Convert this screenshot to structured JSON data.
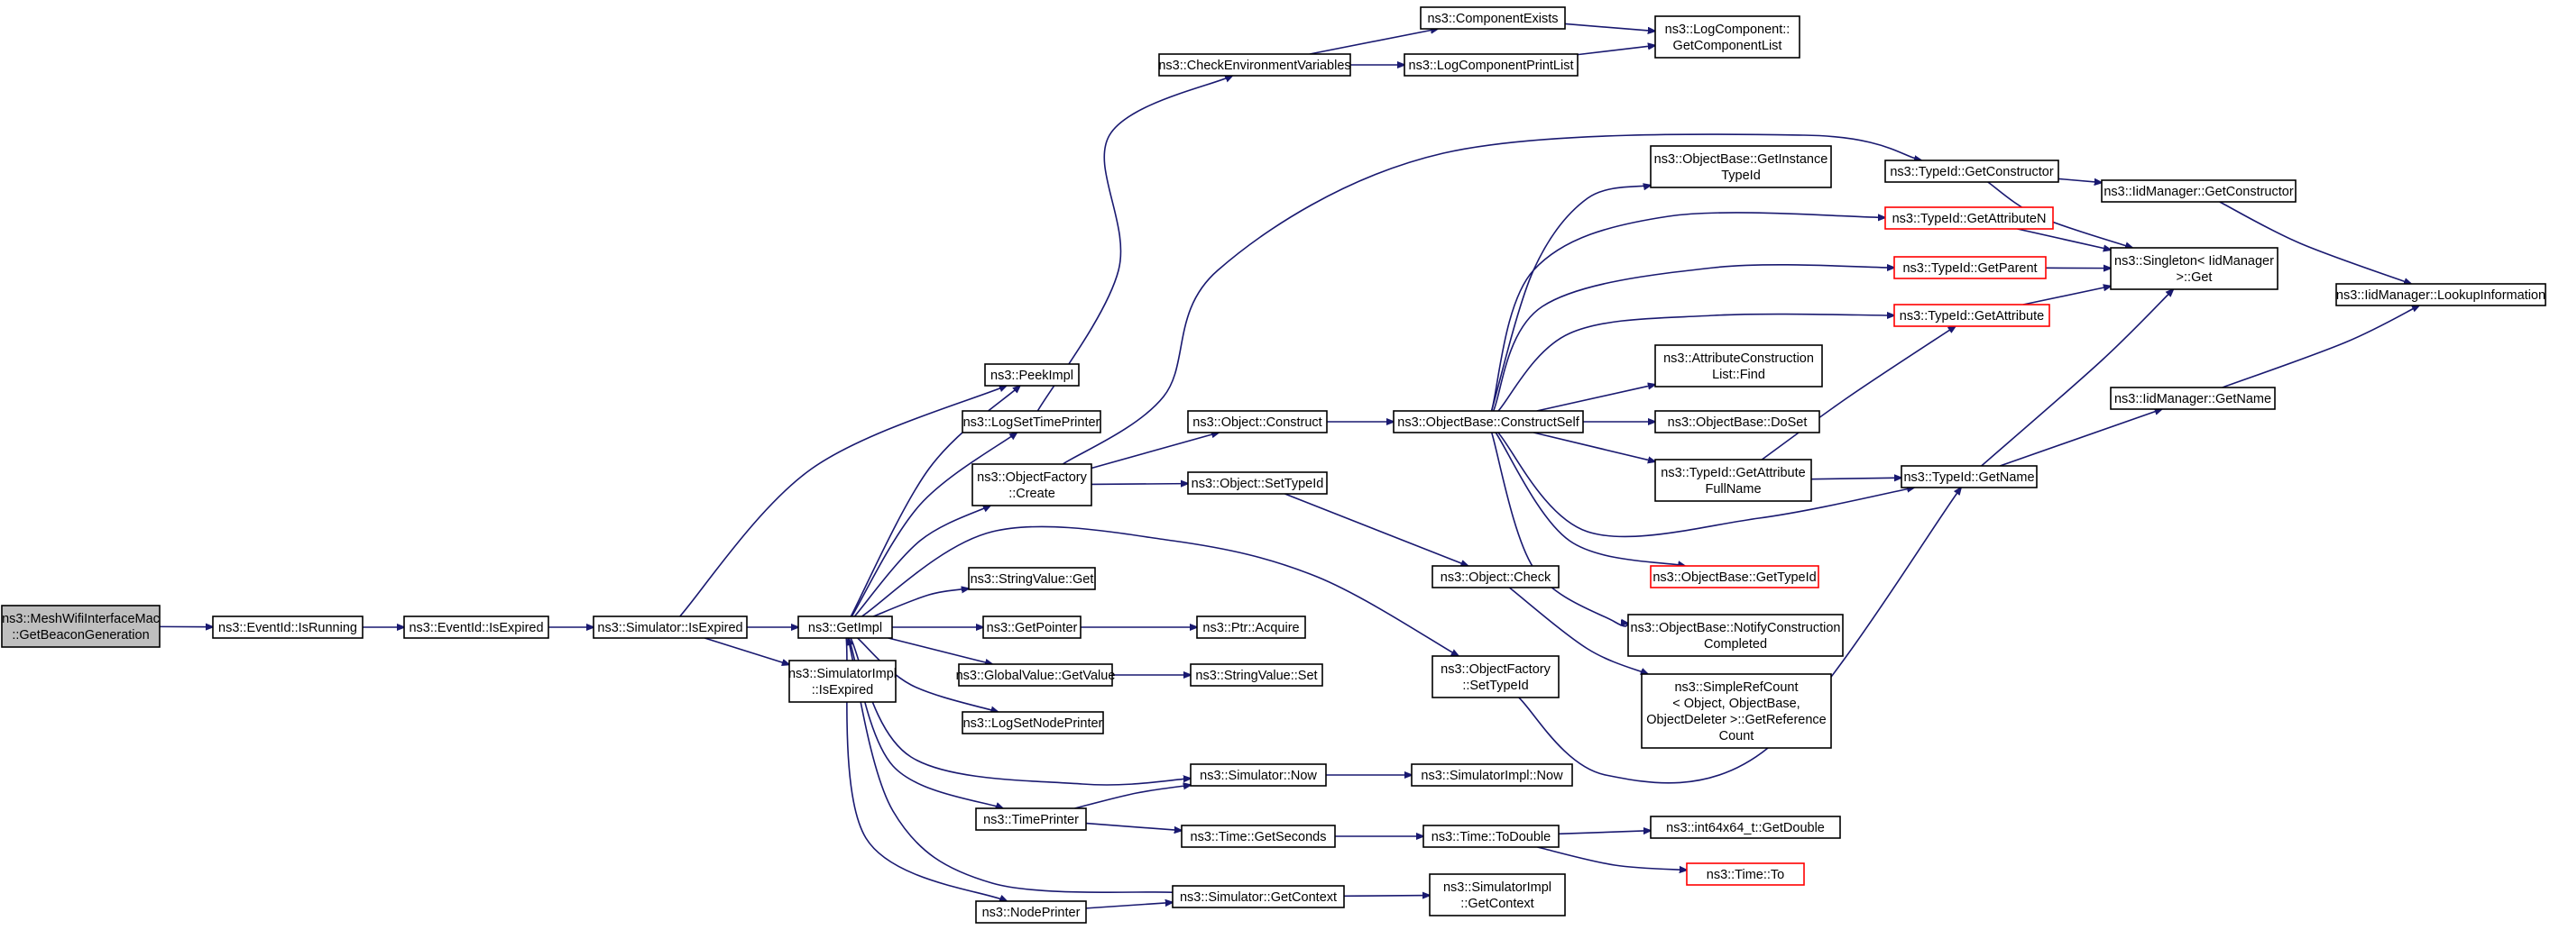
{
  "diagram": {
    "colors": {
      "edge": "#191970",
      "truncated_border": "#ff0000",
      "root_fill": "#bfbfbf"
    },
    "nodes": [
      {
        "id": "mesh",
        "lines": [
          "ns3::MeshWifiInterfaceMac",
          "::GetBeaconGeneration"
        ],
        "style": "root"
      },
      {
        "id": "isrunning",
        "lines": [
          "ns3::EventId::IsRunning"
        ]
      },
      {
        "id": "evisexpired",
        "lines": [
          "ns3::EventId::IsExpired"
        ]
      },
      {
        "id": "simisexpired",
        "lines": [
          "ns3::Simulator::IsExpired"
        ]
      },
      {
        "id": "getimpl",
        "lines": [
          "ns3::GetImpl"
        ]
      },
      {
        "id": "simimplisexpired",
        "lines": [
          "ns3::SimulatorImpl",
          "::IsExpired"
        ]
      },
      {
        "id": "peekimpl",
        "lines": [
          "ns3::PeekImpl"
        ]
      },
      {
        "id": "logsettimeprinter",
        "lines": [
          "ns3::LogSetTimePrinter"
        ]
      },
      {
        "id": "checkenv",
        "lines": [
          "ns3::CheckEnvironmentVariables"
        ]
      },
      {
        "id": "compexists",
        "lines": [
          "ns3::ComponentExists"
        ]
      },
      {
        "id": "logcompprintlist",
        "lines": [
          "ns3::LogComponentPrintList"
        ]
      },
      {
        "id": "logcompget",
        "lines": [
          "ns3::LogComponent::",
          "GetComponentList"
        ]
      },
      {
        "id": "objfactcreate",
        "lines": [
          "ns3::ObjectFactory",
          "::Create"
        ]
      },
      {
        "id": "objconstruct",
        "lines": [
          "ns3::Object::Construct"
        ]
      },
      {
        "id": "objsettypeid",
        "lines": [
          "ns3::Object::SetTypeId"
        ]
      },
      {
        "id": "constructself",
        "lines": [
          "ns3::ObjectBase::ConstructSelf"
        ]
      },
      {
        "id": "getinstancetypeid",
        "lines": [
          "ns3::ObjectBase::GetInstance",
          "TypeId"
        ]
      },
      {
        "id": "getconstructor",
        "lines": [
          "ns3::TypeId::GetConstructor"
        ]
      },
      {
        "id": "iidgetconstructor",
        "lines": [
          "ns3::IidManager::GetConstructor"
        ]
      },
      {
        "id": "lookupinfo",
        "lines": [
          "ns3::IidManager::LookupInformation"
        ]
      },
      {
        "id": "getattributen",
        "lines": [
          "ns3::TypeId::GetAttributeN"
        ],
        "style": "truncated"
      },
      {
        "id": "singletonget",
        "lines": [
          "ns3::Singleton< IidManager",
          " >::Get"
        ]
      },
      {
        "id": "getparent",
        "lines": [
          "ns3::TypeId::GetParent"
        ],
        "style": "truncated"
      },
      {
        "id": "getattribute",
        "lines": [
          "ns3::TypeId::GetAttribute"
        ],
        "style": "truncated"
      },
      {
        "id": "attrconstfind",
        "lines": [
          "ns3::AttributeConstruction",
          "List::Find"
        ]
      },
      {
        "id": "doset",
        "lines": [
          "ns3::ObjectBase::DoSet"
        ]
      },
      {
        "id": "getattrfullname",
        "lines": [
          "ns3::TypeId::GetAttribute",
          "FullName"
        ]
      },
      {
        "id": "typeidgetname",
        "lines": [
          "ns3::TypeId::GetName"
        ]
      },
      {
        "id": "iidgetname",
        "lines": [
          "ns3::IidManager::GetName"
        ]
      },
      {
        "id": "objbasegettypeid",
        "lines": [
          "ns3::ObjectBase::GetTypeId"
        ],
        "style": "truncated"
      },
      {
        "id": "notifyconstruction",
        "lines": [
          "ns3::ObjectBase::NotifyConstruction",
          "Completed"
        ]
      },
      {
        "id": "objcheck",
        "lines": [
          "ns3::Object::Check"
        ]
      },
      {
        "id": "simplerefcount",
        "lines": [
          "ns3::SimpleRefCount",
          "< Object, ObjectBase,",
          " ObjectDeleter >::GetReference",
          "Count"
        ]
      },
      {
        "id": "objfactsettypeid",
        "lines": [
          "ns3::ObjectFactory",
          "::SetTypeId"
        ]
      },
      {
        "id": "stringvalueget",
        "lines": [
          "ns3::StringValue::Get"
        ]
      },
      {
        "id": "getpointer",
        "lines": [
          "ns3::GetPointer"
        ]
      },
      {
        "id": "ptracquire",
        "lines": [
          "ns3::Ptr::Acquire"
        ]
      },
      {
        "id": "globalvalueget",
        "lines": [
          "ns3::GlobalValue::GetValue"
        ]
      },
      {
        "id": "stringvalueset",
        "lines": [
          "ns3::StringValue::Set"
        ]
      },
      {
        "id": "logsetnodeprinter",
        "lines": [
          "ns3::LogSetNodePrinter"
        ]
      },
      {
        "id": "simnow",
        "lines": [
          "ns3::Simulator::Now"
        ]
      },
      {
        "id": "simimplnow",
        "lines": [
          "ns3::SimulatorImpl::Now"
        ]
      },
      {
        "id": "timeprinter",
        "lines": [
          "ns3::TimePrinter"
        ]
      },
      {
        "id": "timegetseconds",
        "lines": [
          "ns3::Time::GetSeconds"
        ]
      },
      {
        "id": "timetodouble",
        "lines": [
          "ns3::Time::ToDouble"
        ]
      },
      {
        "id": "int64getdouble",
        "lines": [
          "ns3::int64x64_t::GetDouble"
        ]
      },
      {
        "id": "timeto",
        "lines": [
          "ns3::Time::To"
        ],
        "style": "truncated"
      },
      {
        "id": "nodeprinter",
        "lines": [
          "ns3::NodePrinter"
        ]
      },
      {
        "id": "simgetcontext",
        "lines": [
          "ns3::Simulator::GetContext"
        ]
      },
      {
        "id": "simimplgetcontext",
        "lines": [
          "ns3::SimulatorImpl",
          "::GetContext"
        ]
      }
    ],
    "edges": [
      [
        "mesh",
        "isrunning"
      ],
      [
        "isrunning",
        "evisexpired"
      ],
      [
        "evisexpired",
        "simisexpired"
      ],
      [
        "simisexpired",
        "getimpl"
      ],
      [
        "simisexpired",
        "simimplisexpired"
      ],
      [
        "simisexpired",
        "peekimpl"
      ],
      [
        "getimpl",
        "peekimpl"
      ],
      [
        "getimpl",
        "logsettimeprinter"
      ],
      [
        "getimpl",
        "objfactcreate"
      ],
      [
        "getimpl",
        "objfactsettypeid"
      ],
      [
        "getimpl",
        "stringvalueget"
      ],
      [
        "getimpl",
        "getpointer"
      ],
      [
        "getimpl",
        "globalvalueget"
      ],
      [
        "getimpl",
        "logsetnodeprinter"
      ],
      [
        "getimpl",
        "simnow"
      ],
      [
        "getimpl",
        "timeprinter"
      ],
      [
        "getimpl",
        "nodeprinter"
      ],
      [
        "logsettimeprinter",
        "checkenv"
      ],
      [
        "checkenv",
        "compexists"
      ],
      [
        "checkenv",
        "logcompprintlist"
      ],
      [
        "compexists",
        "logcompget"
      ],
      [
        "logcompprintlist",
        "logcompget"
      ],
      [
        "objfactcreate",
        "getconstructor"
      ],
      [
        "objfactcreate",
        "objconstruct"
      ],
      [
        "objfactcreate",
        "objsettypeid"
      ],
      [
        "objconstruct",
        "constructself"
      ],
      [
        "objsettypeid",
        "objcheck"
      ],
      [
        "constructself",
        "getinstancetypeid"
      ],
      [
        "constructself",
        "getattributen"
      ],
      [
        "constructself",
        "getparent"
      ],
      [
        "constructself",
        "getattribute"
      ],
      [
        "constructself",
        "attrconstfind"
      ],
      [
        "constructself",
        "doset"
      ],
      [
        "constructself",
        "getattrfullname"
      ],
      [
        "constructself",
        "typeidgetname"
      ],
      [
        "constructself",
        "objbasegettypeid"
      ],
      [
        "constructself",
        "notifyconstruction"
      ],
      [
        "getconstructor",
        "iidgetconstructor"
      ],
      [
        "getconstructor",
        "singletonget"
      ],
      [
        "iidgetconstructor",
        "lookupinfo"
      ],
      [
        "getattributen",
        "singletonget"
      ],
      [
        "getparent",
        "singletonget"
      ],
      [
        "getattribute",
        "singletonget"
      ],
      [
        "getattrfullname",
        "getattribute"
      ],
      [
        "getattrfullname",
        "typeidgetname"
      ],
      [
        "typeidgetname",
        "singletonget"
      ],
      [
        "typeidgetname",
        "iidgetname"
      ],
      [
        "iidgetname",
        "lookupinfo"
      ],
      [
        "objcheck",
        "simplerefcount"
      ],
      [
        "objfactsettypeid",
        "typeidgetname"
      ],
      [
        "getpointer",
        "ptracquire"
      ],
      [
        "globalvalueget",
        "stringvalueset"
      ],
      [
        "simnow",
        "simimplnow"
      ],
      [
        "timeprinter",
        "simnow"
      ],
      [
        "timeprinter",
        "timegetseconds"
      ],
      [
        "timegetseconds",
        "timetodouble"
      ],
      [
        "timetodouble",
        "int64getdouble"
      ],
      [
        "timetodouble",
        "timeto"
      ],
      [
        "nodeprinter",
        "simgetcontext"
      ],
      [
        "simgetcontext",
        "getimpl"
      ],
      [
        "simgetcontext",
        "simimplgetcontext"
      ]
    ]
  }
}
